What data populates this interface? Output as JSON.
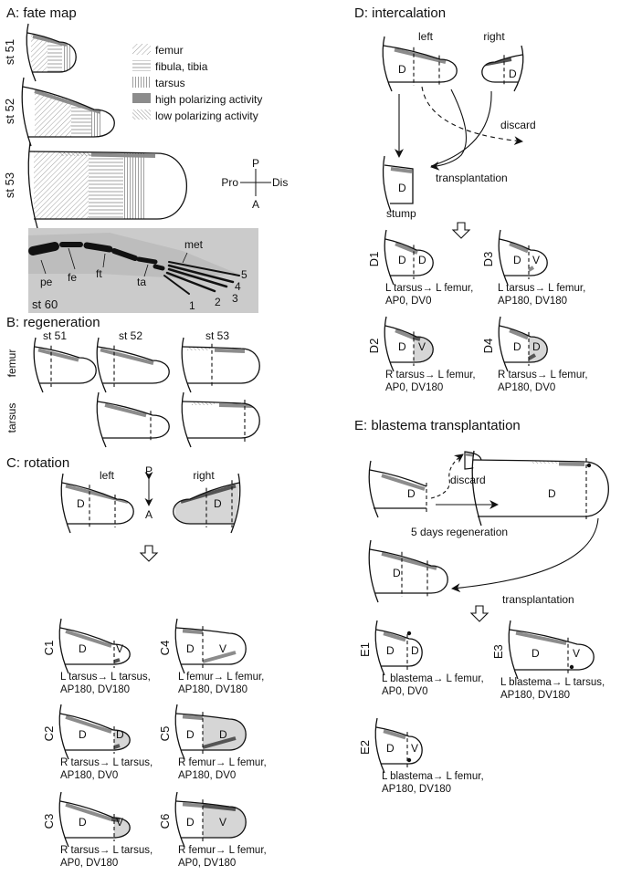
{
  "colors": {
    "polar_high": "#8c8c8c",
    "polar_dark": "#555555",
    "graft_fill": "#d6d6d6",
    "photo_bg": "#c9c9c9"
  },
  "panelA": {
    "title": "A: fate map",
    "stages": [
      "st 51",
      "st 52",
      "st 53"
    ],
    "legend": [
      "femur",
      "fibula, tibia",
      "tarsus",
      "high polarizing activity",
      "low polarizing activity"
    ],
    "axes": {
      "p": "P",
      "a": "A",
      "pro": "Pro",
      "dis": "Dis"
    },
    "photo": {
      "stage": "st 60",
      "labels": [
        "pe",
        "fe",
        "ft",
        "ta",
        "met"
      ],
      "digits": [
        "1",
        "2",
        "3",
        "4",
        "5"
      ]
    }
  },
  "panelB": {
    "title": "B: regeneration",
    "columns": [
      "st 51",
      "st 52",
      "st 53"
    ],
    "rows": [
      "femur",
      "tarsus"
    ]
  },
  "panelC": {
    "title": "C: rotation",
    "left": "left",
    "right": "right",
    "p": "P",
    "a": "A",
    "items": [
      {
        "tag": "C1",
        "line1": "L tarsus→ L tarsus,",
        "line2": "AP180, DV180",
        "graft": "V"
      },
      {
        "tag": "C4",
        "line1": "L femur→ L femur,",
        "line2": "AP180, DV180",
        "graft": "V"
      },
      {
        "tag": "C2",
        "line1": "R tarsus→ L tarsus,",
        "line2": "AP180, DV0",
        "graft": "D"
      },
      {
        "tag": "C5",
        "line1": "R femur→ L femur,",
        "line2": "AP180, DV0",
        "graft": "D"
      },
      {
        "tag": "C3",
        "line1": "R tarsus→ L tarsus,",
        "line2": "AP0, DV180",
        "graft": "V"
      },
      {
        "tag": "C6",
        "line1": "R femur→ L femur,",
        "line2": "AP0, DV180",
        "graft": "V"
      }
    ],
    "host": "D"
  },
  "panelD": {
    "title": "D: intercalation",
    "left": "left",
    "right": "right",
    "discard": "discard",
    "transplantation": "transplantation",
    "stump": "stump",
    "host": "D",
    "items": [
      {
        "tag": "D1",
        "line1": "L tarsus→ L femur,",
        "line2": "AP0, DV0",
        "graft": "D"
      },
      {
        "tag": "D3",
        "line1": "L tarsus→ L femur,",
        "line2": "AP180, DV180",
        "graft": "V"
      },
      {
        "tag": "D2",
        "line1": "R tarsus→ L femur,",
        "line2": "AP0, DV180",
        "graft": "V"
      },
      {
        "tag": "D4",
        "line1": "R tarsus→ L femur,",
        "line2": "AP180, DV0",
        "graft": "D"
      }
    ]
  },
  "panelE": {
    "title": "E: blastema transplantation",
    "discard": "discard",
    "regeneration": "5 days regeneration",
    "transplantation": "transplantation",
    "host": "D",
    "items": [
      {
        "tag": "E1",
        "line1": "L blastema→ L femur,",
        "line2": "AP0, DV0",
        "graft": "D"
      },
      {
        "tag": "E3",
        "line1": "L blastema→ L tarsus,",
        "line2": "AP180, DV180",
        "graft": "V"
      },
      {
        "tag": "E2",
        "line1": "L blastema→ L femur,",
        "line2": "AP180, DV180",
        "graft": "V"
      }
    ]
  }
}
